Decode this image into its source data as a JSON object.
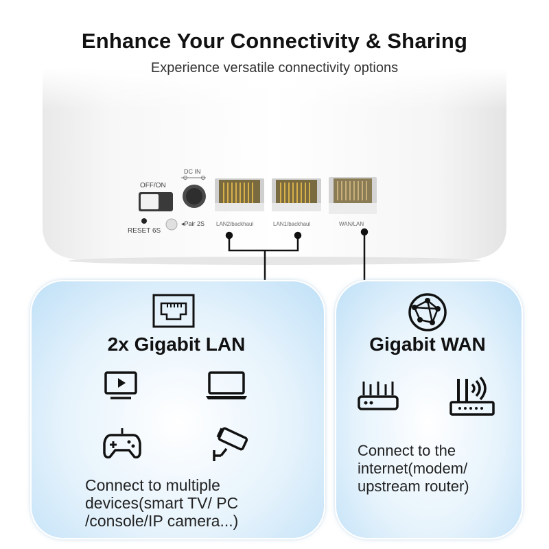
{
  "header": {
    "title": "Enhance Your Connectivity & Sharing",
    "subtitle": "Experience versatile connectivity options"
  },
  "device": {
    "switch_label": "OFF/ON",
    "reset_label": "RESET 6S",
    "dc_label": "DC IN",
    "pair_label": "Pair 2S",
    "ports": [
      "LAN2/backhaul",
      "LAN1/backhaul",
      "WAN/LAN"
    ]
  },
  "lan_panel": {
    "icon": "ethernet-port-icon",
    "title": "2x Gigabit LAN",
    "device_icons": [
      "smart-tv-icon",
      "laptop-icon",
      "gamepad-icon",
      "ip-camera-icon"
    ],
    "description_lines": [
      "Connect to multiple",
      "devices(smart TV/ PC",
      "/console/IP camera...)"
    ]
  },
  "wan_panel": {
    "icon": "globe-network-icon",
    "title": "Gigabit WAN",
    "device_icons": [
      "router-icon",
      "wifi-router-icon"
    ],
    "description_lines": [
      "Connect to the",
      "internet(modem/",
      "upstream router)"
    ]
  },
  "colors": {
    "panel_edge": "#bfe0f7",
    "panel_center": "#ffffff",
    "text": "#111111"
  }
}
